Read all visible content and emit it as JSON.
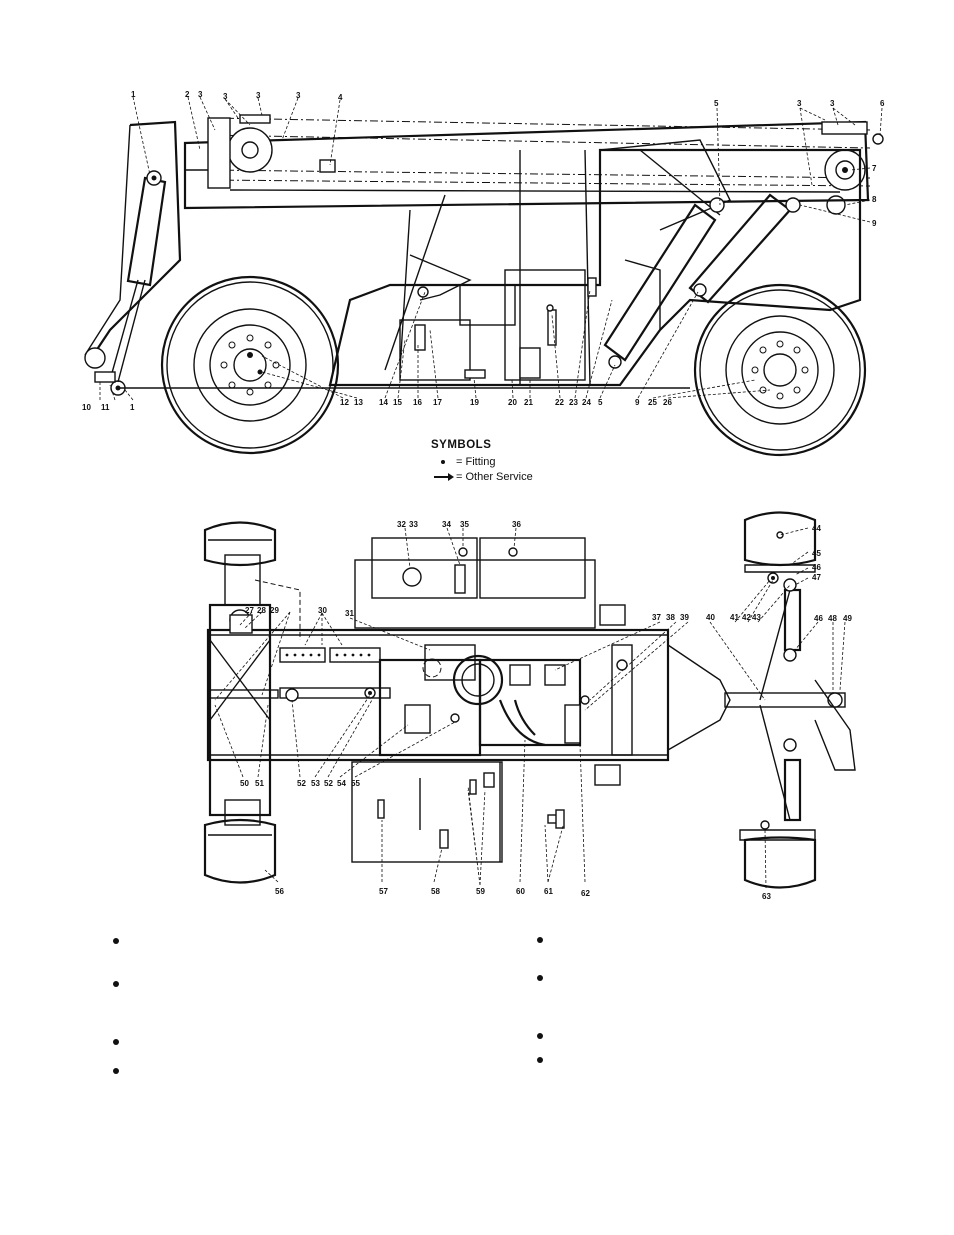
{
  "symbols": {
    "title": "SYMBOLS",
    "fitting": "= Fitting",
    "other_service": "= Other Service"
  },
  "callouts_top": [
    "1",
    "2",
    "3",
    "3",
    "3",
    "3",
    "4",
    "5",
    "3",
    "3",
    "6",
    "7",
    "8",
    "9",
    "1",
    "10",
    "11",
    "12",
    "13",
    "14",
    "15",
    "16",
    "17",
    "19",
    "20",
    "21",
    "22",
    "23",
    "24",
    "5",
    "9",
    "25",
    "26"
  ],
  "callouts_bottom": [
    "27",
    "28",
    "29",
    "30",
    "31",
    "32",
    "33",
    "34",
    "35",
    "36",
    "37",
    "38",
    "39",
    "40",
    "41",
    "42",
    "43",
    "44",
    "45",
    "46",
    "47",
    "46",
    "48",
    "49",
    "50",
    "51",
    "52",
    "53",
    "52",
    "54",
    "55",
    "56",
    "57",
    "58",
    "59",
    "60",
    "61",
    "62",
    "63"
  ],
  "bullets": 8
}
